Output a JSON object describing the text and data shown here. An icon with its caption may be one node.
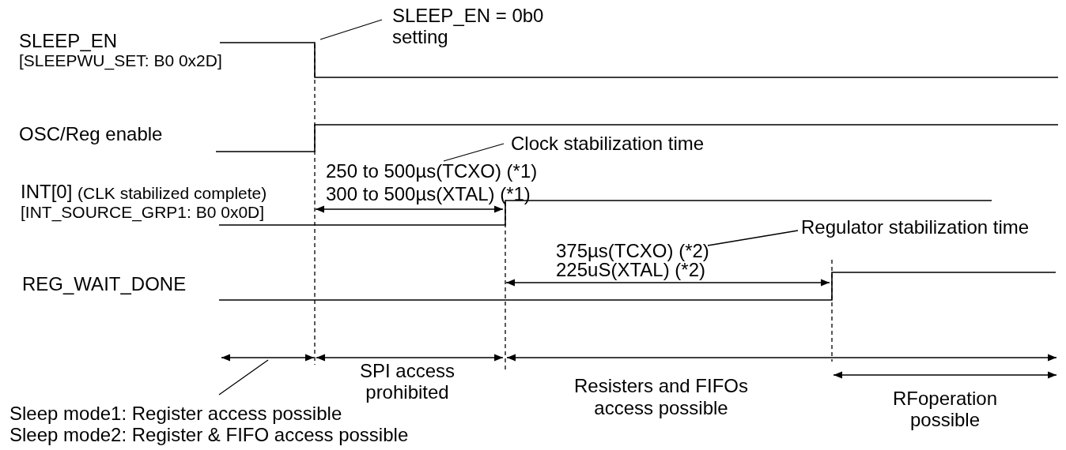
{
  "diagram": {
    "nodes": [
      {
        "text": [
          "SLEEP_EN = 0b0 setting"
        ]
      },
      {
        "text": [
          "Clock stabilization time"
        ]
      },
      {
        "text": [
          "250 to 500µs(TCXO) (*1)",
          "300 to 500µs(XTAL) (*1)"
        ]
      },
      {
        "text": [
          "Regulator stabilization time"
        ]
      },
      {
        "text": [
          "375µs(TCXO) (*2)",
          "225uS(XTAL) (*2)"
        ]
      },
      {
        "text": [
          "Sleep mode1: Register access possible",
          "Sleep mode2: Register & FIFO access possible"
        ]
      }
    ],
    "edges": [
      {
        "from": 0,
        "to": null,
        "arrow": "none"
      },
      {
        "from": 1,
        "to": 2,
        "arrow": "none"
      },
      {
        "from": 3,
        "to": 4,
        "arrow": "none"
      },
      {
        "from": 5,
        "to": null,
        "arrow": "none"
      }
    ],
    "labels": [
      "SLEEP_EN",
      "[SLEEPWU_SET: B0 0x2D]",
      "OSC/Reg enable",
      "INT[0]",
      "(CLK stabilized complete)",
      "[INT_SOURCE_GRP1: B0 0x0D]",
      "REG_WAIT_DONE",
      "SPI access prohibited",
      "Resisters and FIFOs access possible",
      "RFoperation possible"
    ]
  }
}
